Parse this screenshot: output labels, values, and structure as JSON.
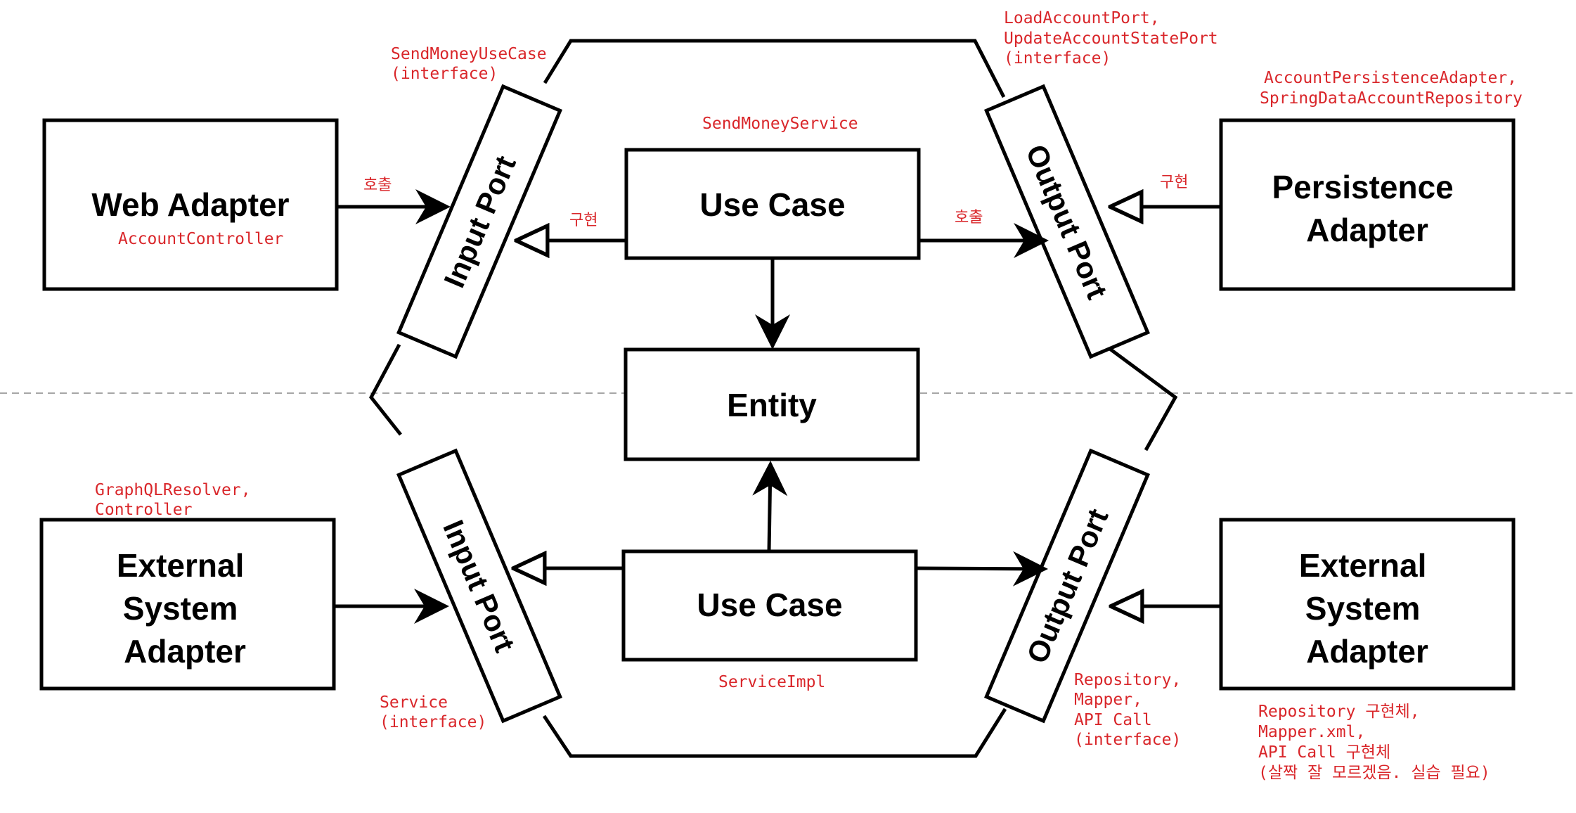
{
  "boxes": {
    "web_adapter": "Web Adapter",
    "use_case_top": "Use Case",
    "entity": "Entity",
    "use_case_bottom": "Use Case",
    "persistence_adapter": [
      "Persistence",
      "Adapter"
    ],
    "external_left": [
      "External",
      "System",
      "Adapter"
    ],
    "external_right": [
      "External",
      "System",
      "Adapter"
    ]
  },
  "ports": {
    "input_top": "Input Port",
    "output_top": "Output Port",
    "input_bottom": "Input Port",
    "output_bottom": "Output Port"
  },
  "notes": {
    "send_money_use_case": [
      "SendMoneyUseCase",
      "(interface)"
    ],
    "load_account_port": [
      "LoadAccountPort,",
      "UpdateAccountStatePort",
      "(interface)"
    ],
    "account_persistence": [
      "AccountPersistenceAdapter,",
      "SpringDataAccountRepository"
    ],
    "send_money_service": "SendMoneyService",
    "account_controller": "AccountController",
    "call_web": "호출",
    "impl_input": "구현",
    "call_output": "호출",
    "impl_persistence": "구현",
    "graphql_resolver": [
      "GraphQLResolver,",
      "Controller"
    ],
    "service_interface": [
      "Service",
      "(interface)"
    ],
    "service_impl": "ServiceImpl",
    "repository_interface": [
      "Repository,",
      "Mapper,",
      "API Call",
      "(interface)"
    ],
    "repository_impl": [
      "Repository 구현체,",
      "Mapper.xml,",
      "API Call 구현체",
      "(살짝 잘 모르겠음. 실습 필요)"
    ]
  }
}
